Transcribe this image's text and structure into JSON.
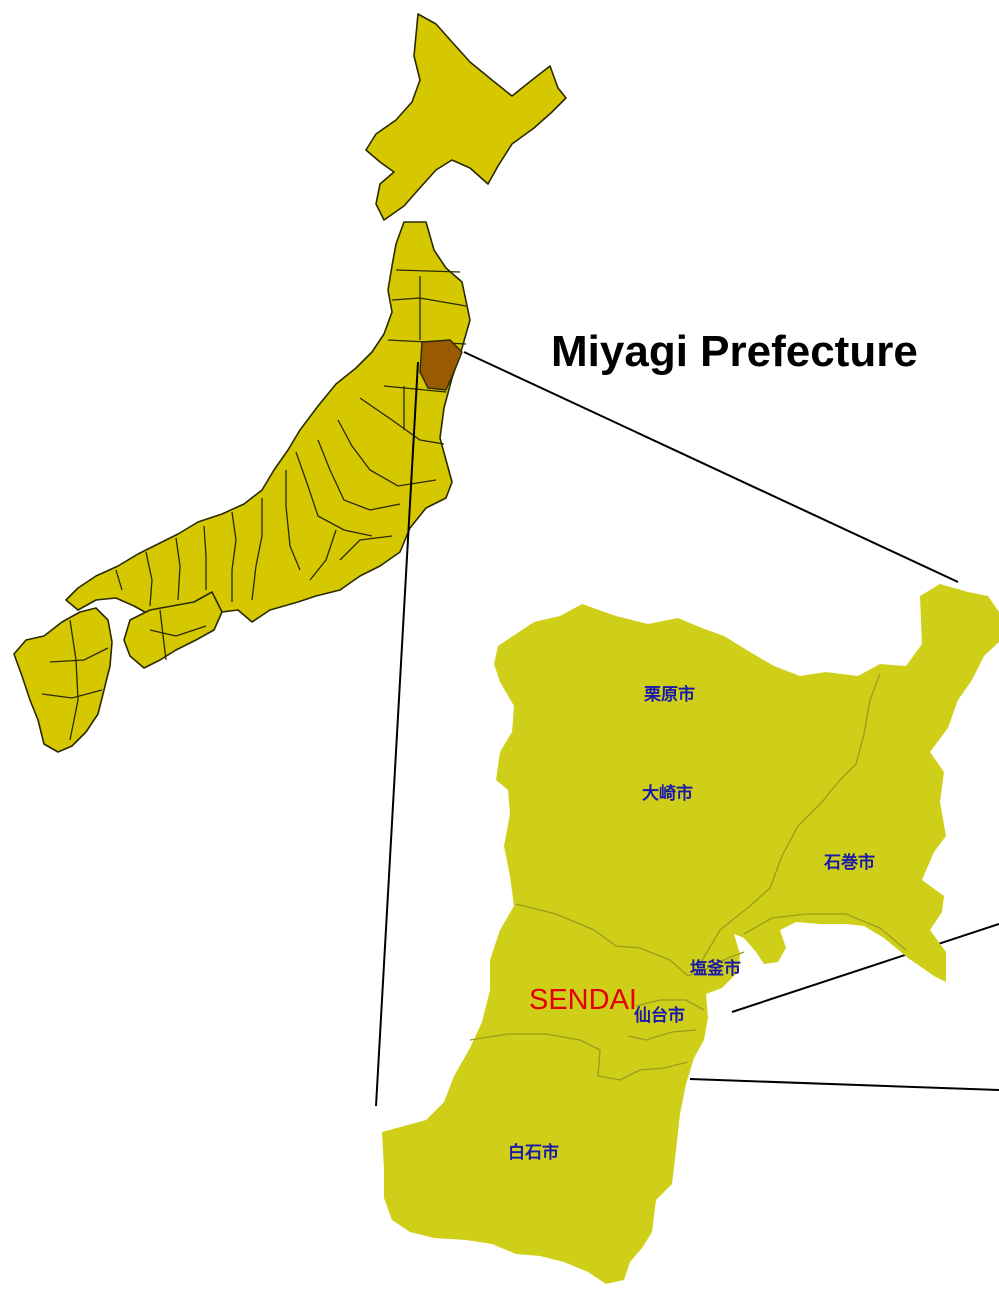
{
  "heading": "Miyagi Prefecture",
  "sendai_label": "SENDAI",
  "cities": [
    {
      "id": "kurihara",
      "name": "栗原市"
    },
    {
      "id": "osaki",
      "name": "大崎市"
    },
    {
      "id": "ishinomaki",
      "name": "石巻市"
    },
    {
      "id": "shiogama",
      "name": "塩釜市"
    },
    {
      "id": "sendai",
      "name": "仙台市"
    },
    {
      "id": "shiroishi",
      "name": "白石市"
    }
  ],
  "colors": {
    "land": "#d6c800",
    "prefecture_fill": "#cfcf1a",
    "highlight": "#9a5a00",
    "border": "#2a2a00",
    "city_text": "#1a1aa8",
    "sendai_text": "#e30000",
    "leader_line": "#000000",
    "inner_border": "#9c9c18"
  }
}
